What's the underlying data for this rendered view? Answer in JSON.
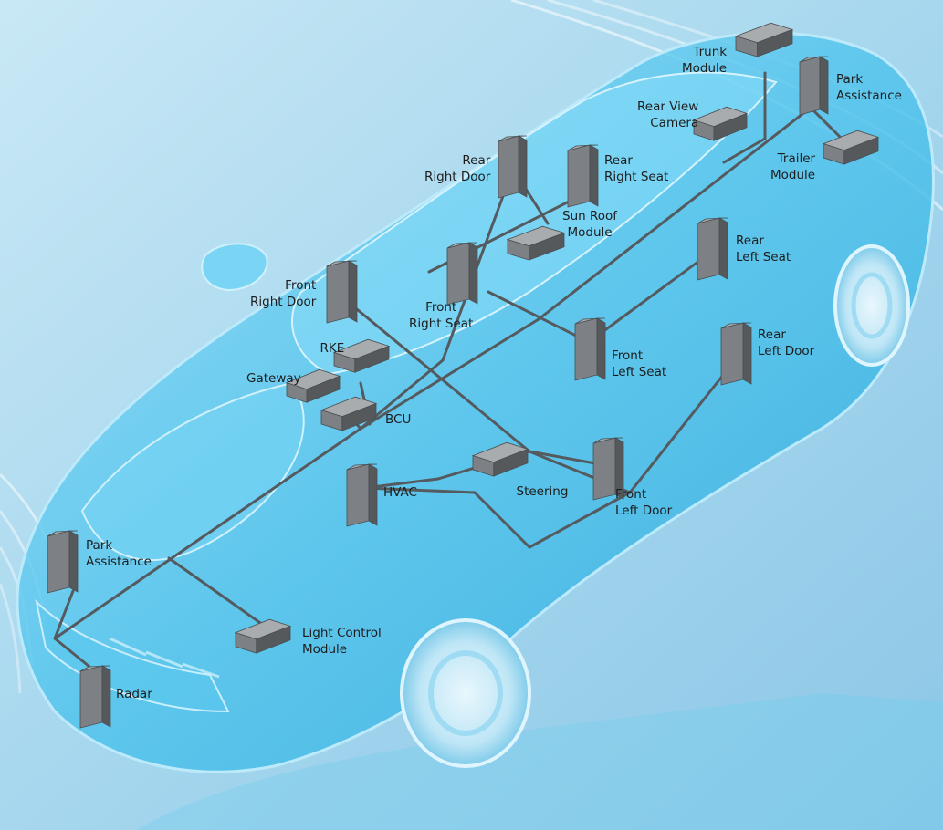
{
  "colors": {
    "bus_line": "#555a5e",
    "module_front": "#7d8185",
    "module_top": "#a8acaf",
    "module_side": "#55595c",
    "car_body": "#5ec9ee",
    "background": "#a9d8ee"
  },
  "modules": [
    {
      "id": "trunk-module",
      "lines": [
        "Trunk",
        "Module"
      ]
    },
    {
      "id": "rear-park-assistance",
      "lines": [
        "Park",
        "Assistance"
      ]
    },
    {
      "id": "rear-view-camera",
      "lines": [
        "Rear View",
        "Camera"
      ]
    },
    {
      "id": "trailer-module",
      "lines": [
        "Trailer",
        "Module"
      ]
    },
    {
      "id": "rear-right-door",
      "lines": [
        "Rear",
        "Right Door"
      ]
    },
    {
      "id": "rear-right-seat",
      "lines": [
        "Rear",
        "Right Seat"
      ]
    },
    {
      "id": "sun-roof-module",
      "lines": [
        "Sun Roof",
        "Module"
      ]
    },
    {
      "id": "rear-left-seat",
      "lines": [
        "Rear",
        "Left Seat"
      ]
    },
    {
      "id": "front-right-door",
      "lines": [
        "Front",
        "Right Door"
      ]
    },
    {
      "id": "front-right-seat",
      "lines": [
        "Front",
        "Right Seat"
      ]
    },
    {
      "id": "rke",
      "lines": [
        "RKE"
      ]
    },
    {
      "id": "front-left-seat",
      "lines": [
        "Front",
        "Left Seat"
      ]
    },
    {
      "id": "rear-left-door",
      "lines": [
        "Rear",
        "Left Door"
      ]
    },
    {
      "id": "gateway",
      "lines": [
        "Gateway"
      ]
    },
    {
      "id": "bcu",
      "lines": [
        "BCU"
      ]
    },
    {
      "id": "hvac",
      "lines": [
        "HVAC"
      ]
    },
    {
      "id": "steering",
      "lines": [
        "Steering"
      ]
    },
    {
      "id": "front-left-door",
      "lines": [
        "Front",
        "Left Door"
      ]
    },
    {
      "id": "front-park-assistance",
      "lines": [
        "Park",
        "Assistance"
      ]
    },
    {
      "id": "light-control-module",
      "lines": [
        "Light Control",
        "Module"
      ]
    },
    {
      "id": "radar",
      "lines": [
        "Radar"
      ]
    }
  ]
}
